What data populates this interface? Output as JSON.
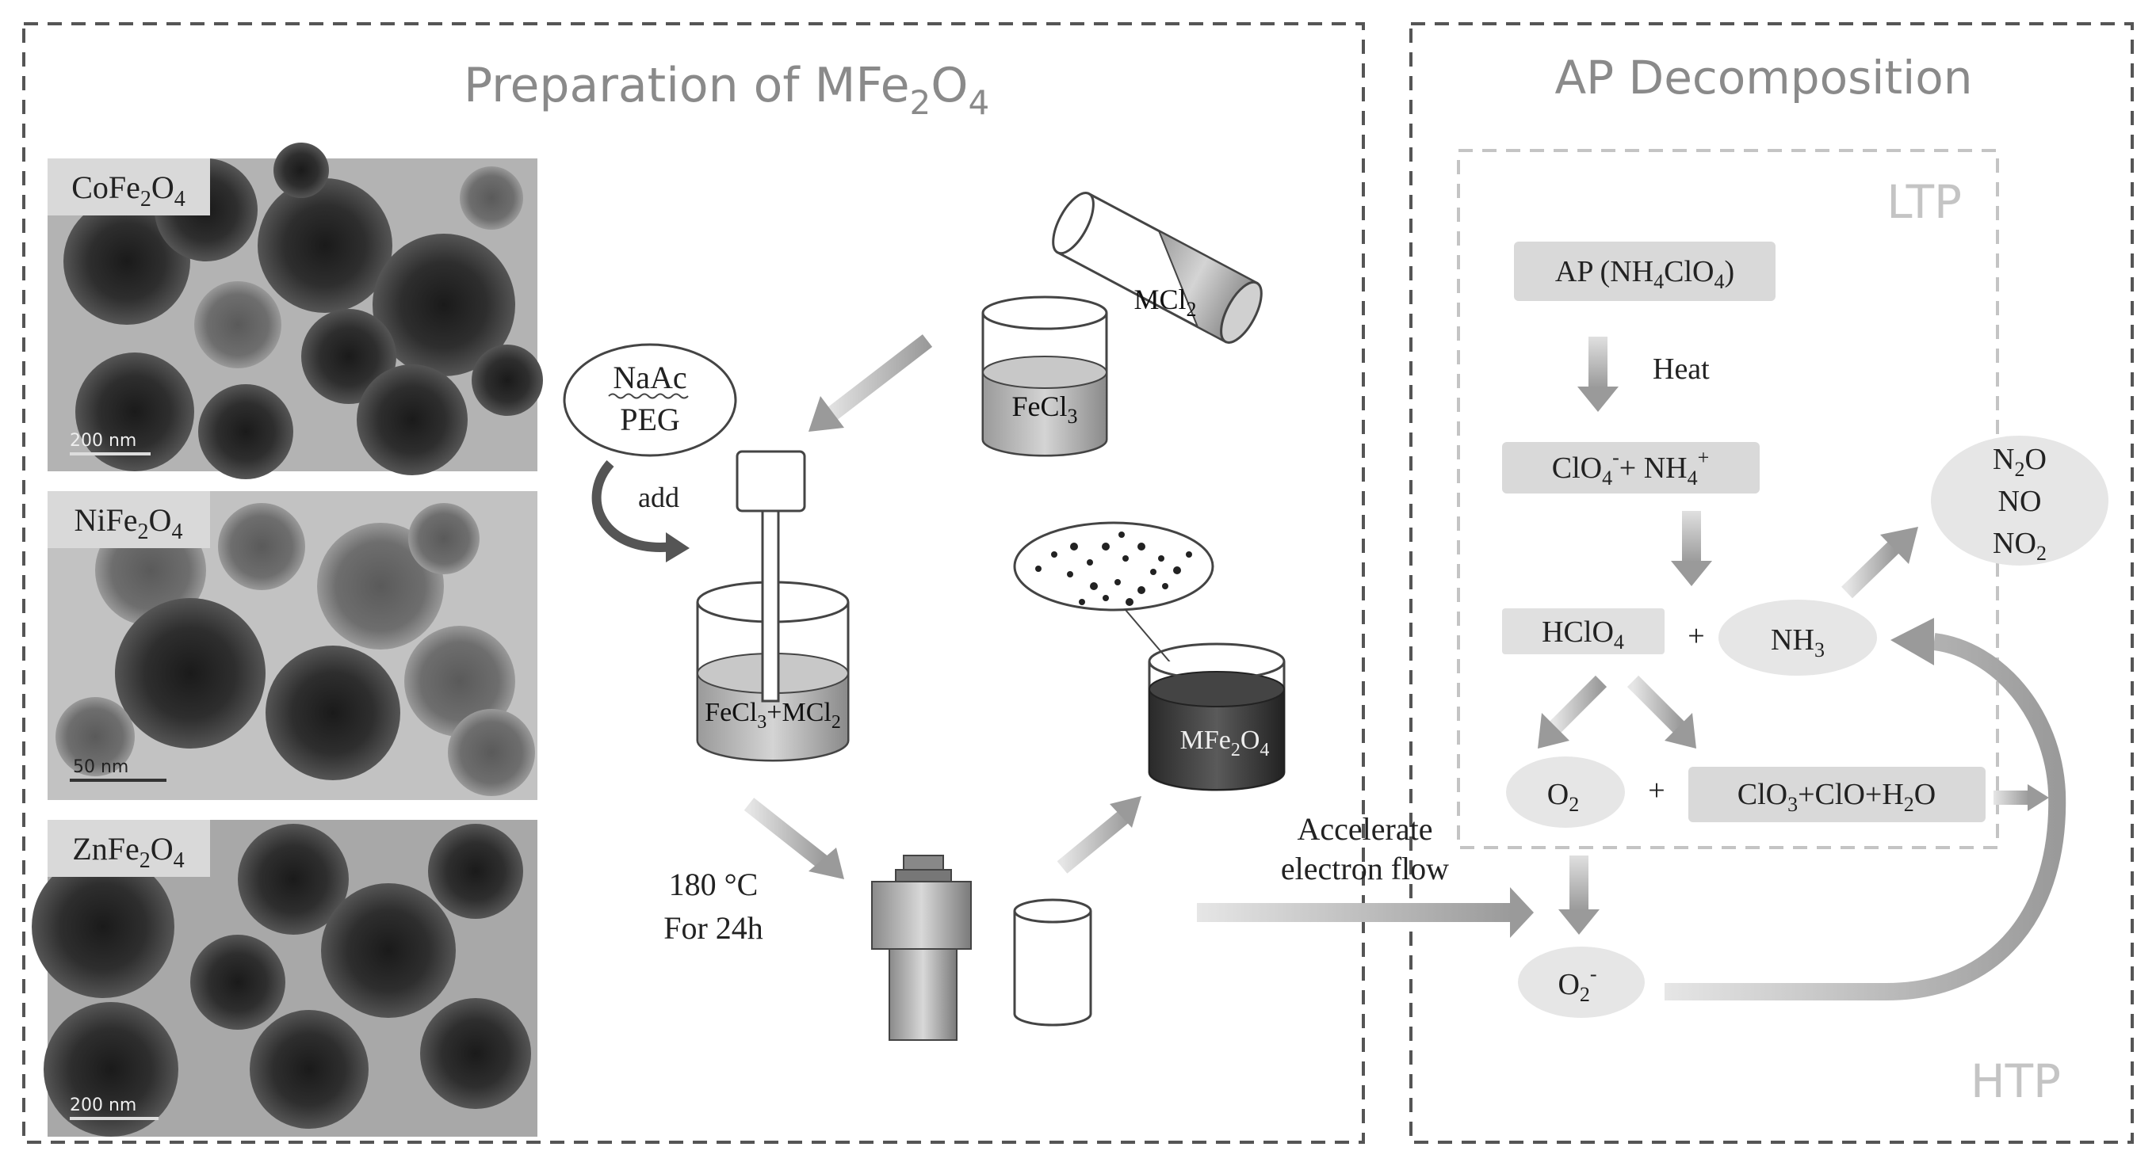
{
  "left_panel": {
    "title": {
      "main": "Preparation of MFe",
      "sub1": "2",
      "mid": "O",
      "sub2": "4"
    },
    "tem_images": [
      {
        "label": {
          "a": "CoFe",
          "b": "2",
          "c": "O",
          "d": "4"
        },
        "scale_bar": "200 nm"
      },
      {
        "label": {
          "a": "NiFe",
          "b": "2",
          "c": "O",
          "d": "4"
        },
        "scale_bar": "50 nm"
      },
      {
        "label": {
          "a": "ZnFe",
          "b": "2",
          "c": "O",
          "d": "4"
        },
        "scale_bar": "200 nm"
      }
    ],
    "reagents": {
      "line1": "NaAc",
      "line2": "PEG"
    },
    "add_label": "add",
    "mcl2_label": {
      "a": "MCl",
      "b": "2"
    },
    "fecl3_label": {
      "a": "FeCl",
      "b": "3"
    },
    "mix_label": {
      "a": "FeCl",
      "b": "3",
      "c": "+MCl",
      "d": "2"
    },
    "product_label": {
      "a": "MFe",
      "b": "2",
      "c": "O",
      "d": "4"
    },
    "condition": {
      "line1": "180 °C",
      "line2": "For 24h"
    }
  },
  "middle": {
    "line1": "Accelerate",
    "line2": "electron flow"
  },
  "right_panel": {
    "title": "AP Decomposition",
    "ltp": "LTP",
    "htp": "HTP",
    "heat": "Heat",
    "plus": "+",
    "ap": {
      "a": "AP (NH",
      "b": "4",
      "c": "ClO",
      "d": "4",
      "e": ")"
    },
    "ions": {
      "a": "ClO",
      "b": "4",
      "c": "-",
      "d": "+ NH",
      "e": "4",
      "f": "+"
    },
    "hclo4": {
      "a": "HClO",
      "b": "4"
    },
    "nh3": {
      "a": "NH",
      "b": "3"
    },
    "o2": {
      "a": "O",
      "b": "2"
    },
    "clo3": {
      "a": "ClO",
      "b": "3",
      "c": "+ClO+H",
      "d": "2",
      "e": "O"
    },
    "o2minus": {
      "a": "O",
      "b": "2",
      "c": "-"
    },
    "nox": {
      "n2o": {
        "a": "N",
        "b": "2",
        "c": "O"
      },
      "no": "NO",
      "no2": {
        "a": "NO",
        "b": "2"
      }
    }
  },
  "colors": {
    "frame_dash": "#555555",
    "title_gray": "#8a8a8a",
    "label_box": "#d9d9d9",
    "arrow_gray": "#a0a0a0",
    "tem_dark": "#2a2a2a"
  }
}
